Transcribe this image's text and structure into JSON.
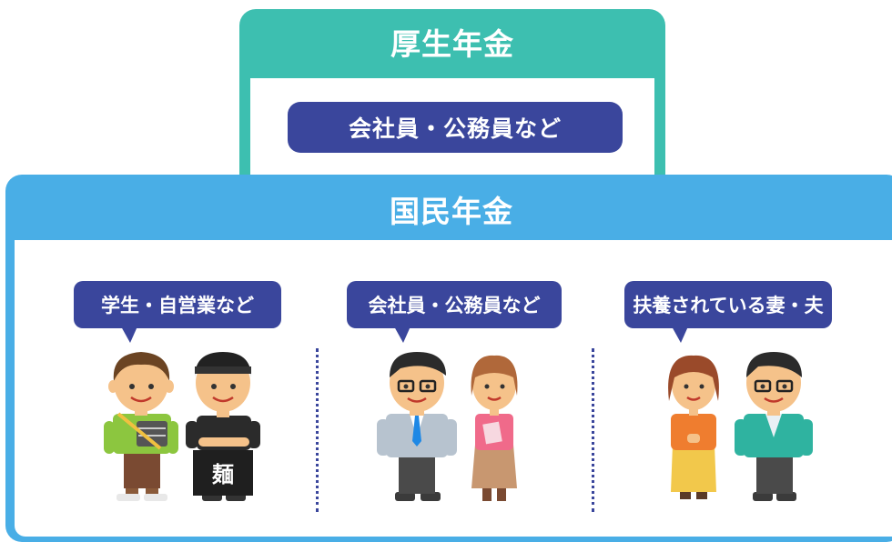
{
  "pension_diagram": {
    "kosei_nenkin": {
      "title": "厚生年金",
      "covers": "会社員・公務員など"
    },
    "kokumin_nenkin": {
      "title": "国民年金",
      "groups": [
        {
          "label": "学生・自営業など"
        },
        {
          "label": "会社員・公務員など"
        },
        {
          "label": "扶養されている妻・夫"
        }
      ]
    },
    "shop_apron_kanji": "麺"
  },
  "colors": {
    "kosei_teal": "#3dbfb0",
    "kokumin_blue": "#49aee6",
    "label_navy": "#3a469c",
    "background": "#ffffff"
  },
  "icons": [
    "student-person-icon",
    "noodle-shop-owner-icon",
    "office-man-icon",
    "office-woman-icon",
    "housewife-icon",
    "househusband-icon"
  ]
}
